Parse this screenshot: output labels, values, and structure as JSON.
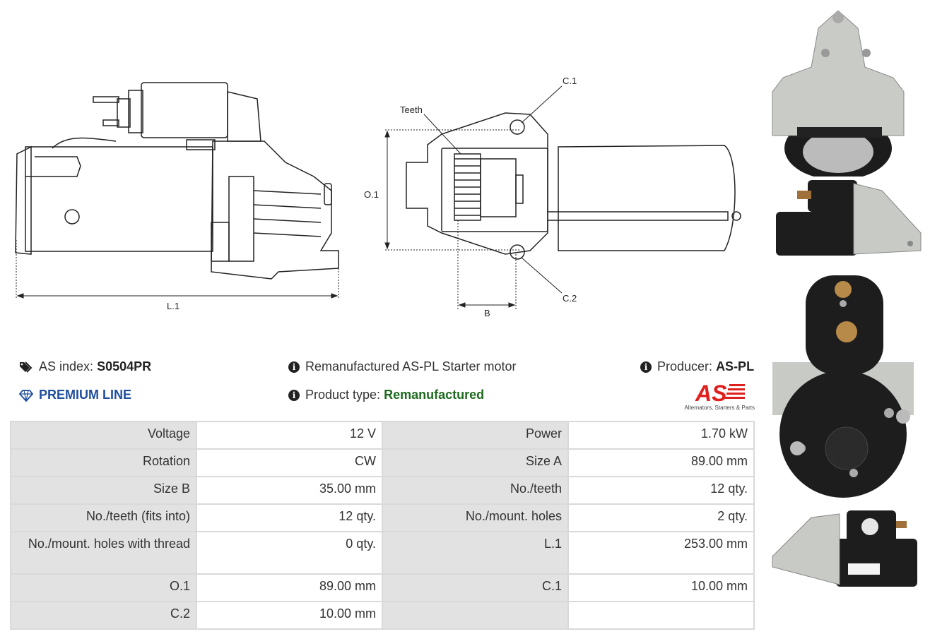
{
  "drawing_left": {
    "label_l1": "L.1"
  },
  "drawing_right": {
    "label_teeth": "Teeth",
    "label_c1": "C.1",
    "label_c2": "C.2",
    "label_o1": "O.1",
    "label_b": "B"
  },
  "header": {
    "as_index_label": "AS index:",
    "as_index_value": "S0504PR",
    "description": "Remanufactured AS-PL Starter motor",
    "producer_label": "Producer:",
    "producer_value": "AS-PL",
    "premium_line": "PREMIUM LINE",
    "product_type_label": "Product type:",
    "product_type_value": "Remanufactured",
    "logo_text": "AS",
    "logo_tagline": "Alternators, Starters & Parts"
  },
  "specs": [
    {
      "l1": "Voltage",
      "v1": "12 V",
      "l2": "Power",
      "v2": "1.70 kW"
    },
    {
      "l1": "Rotation",
      "v1": "CW",
      "l2": "Size A",
      "v2": "89.00 mm"
    },
    {
      "l1": "Size B",
      "v1": "35.00 mm",
      "l2": "No./teeth",
      "v2": "12 qty."
    },
    {
      "l1": "No./teeth (fits into)",
      "v1": "12 qty.",
      "l2": "No./mount. holes",
      "v2": "2 qty."
    },
    {
      "l1": "No./mount. holes with thread",
      "v1": "0 qty.",
      "l2": "L.1",
      "v2": "253.00 mm"
    },
    {
      "l1": "O.1",
      "v1": "89.00 mm",
      "l2": "C.1",
      "v2": "10.00 mm"
    },
    {
      "l1": "C.2",
      "v1": "10.00 mm",
      "l2": "",
      "v2": ""
    }
  ],
  "colors": {
    "premium": "#1f4e9e",
    "product_type": "#1e6b1e",
    "logo_red": "#e0201c"
  }
}
